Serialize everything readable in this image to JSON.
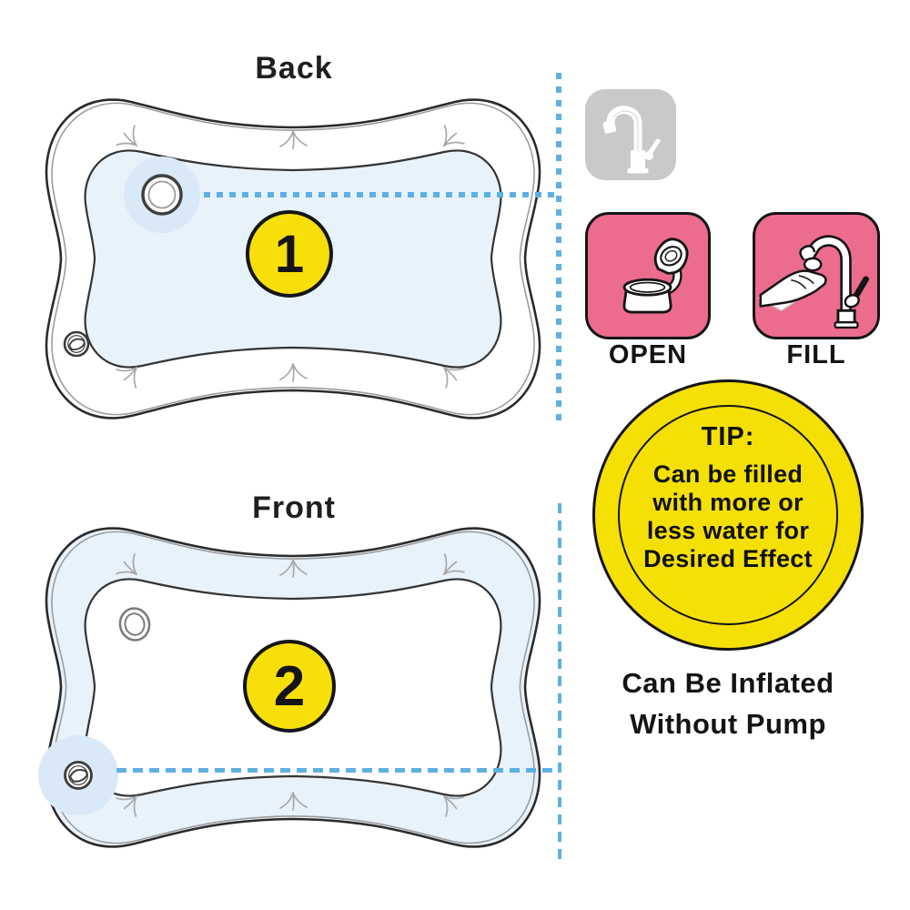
{
  "back_view": {
    "title": "Back",
    "step_badge": "1"
  },
  "front_view": {
    "title": "Front",
    "step_badge": "2"
  },
  "steps": {
    "open_label": "OPEN",
    "fill_label": "FILL"
  },
  "tip_bubble": {
    "heading": "TIP:",
    "lines": [
      "Can be filled",
      "with more or",
      "less water for",
      "Desired Effect"
    ]
  },
  "note": {
    "lines": [
      "Can Be Inflated",
      "Without Pump"
    ]
  },
  "icons": {
    "faucet_gray": "faucet-icon",
    "open_step": "open-valve-cap-icon",
    "fill_step": "faucet-filling-hand-icon",
    "back_main_valve": "water-fill-valve-icon",
    "flap_valve": "air-valve-cap-icon",
    "front_ring_valve": "valve-ring-icon",
    "crease": "crease-mark-icon",
    "guides": "dashed-guide-line"
  },
  "colors": {
    "pink": "#EB6C8D",
    "yellow": "#F7DF0A",
    "tip_yellow": "#F5E006",
    "guide_blue": "#5FB0E2",
    "mat_blue": "#E8F2FB",
    "halo_blue": "#D9E9F7",
    "gray_box": "#C9C9C9",
    "outline": "#2B2B2B",
    "background": "#FFFFFF"
  }
}
